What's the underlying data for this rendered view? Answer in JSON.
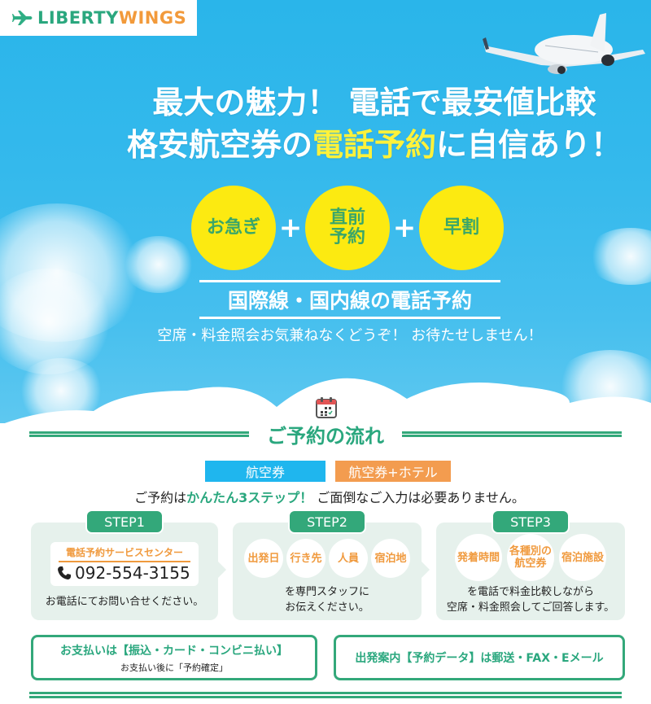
{
  "logo": {
    "part1": "LIBERTY",
    "part2": "WINGS",
    "icon": "airplane-icon"
  },
  "hero": {
    "headline_line1": "最大の魅力！ 電話で最安値比較",
    "headline_line2_pre": "格安航空券の",
    "headline_line2_highlight": "電話予約",
    "headline_line2_post": "に自信あり！",
    "circles": [
      {
        "label": "お急ぎ"
      },
      {
        "label": "直前\n予約",
        "line1": "直前",
        "line2": "予約"
      },
      {
        "label": "早割"
      }
    ],
    "plus": "+",
    "subbanner": "国際線・国内線の電話予約",
    "subline": "空席・料金照会お気兼ねなくどうぞ！ お待たせしません！"
  },
  "flow": {
    "icon": "calendar-icon",
    "title": "ご予約の流れ",
    "tabs": [
      {
        "label": "航空券",
        "color": "#1fb6ee"
      },
      {
        "label": "航空券+ホテル",
        "color": "#f39c4f"
      }
    ],
    "intro_pre": "ご予約は",
    "intro_highlight": "かんたん3ステップ！",
    "intro_post": " ご面倒なご入力は必要ありません。",
    "steps": [
      {
        "badge": "STEP1",
        "phone_label": "電話予約サービスセンター",
        "phone_number": "092-554-3155",
        "text": "お電話にてお問い合せください。"
      },
      {
        "badge": "STEP2",
        "items": [
          "出発日",
          "行き先",
          "人員",
          "宿泊地"
        ],
        "text_line1": "を専門スタッフに",
        "text_line2": "お伝えください。"
      },
      {
        "badge": "STEP3",
        "items": [
          {
            "line1": "発着時間",
            "line2": ""
          },
          {
            "line1": "各種別の",
            "line2": "航空券"
          },
          {
            "line1": "宿泊施設",
            "line2": ""
          }
        ],
        "text_line1": "を電話で料金比較しながら",
        "text_line2": "空席・料金照会してご回答します。"
      }
    ],
    "info": [
      {
        "main": "お支払いは【振込・カード・コンビニ払い】",
        "sub": "お支払い後に「予約確定」"
      },
      {
        "main": "出発案内【予約データ】は郵送・FAX・Eメール"
      }
    ]
  },
  "colors": {
    "sky": "#2ab5ea",
    "green": "#33a87a",
    "orange": "#f39c4f",
    "yellow": "#fcea11",
    "highlight": "#fff23a"
  }
}
